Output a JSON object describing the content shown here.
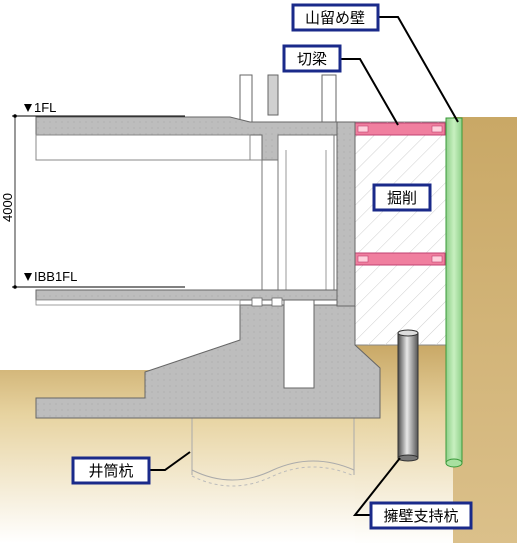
{
  "labels": {
    "retaining_wall": "山留め壁",
    "strut": "切梁",
    "excavation": "掘削",
    "well_pile": "井筒杭",
    "support_pile": "擁壁支持杭"
  },
  "levels": {
    "fl1": "1FL",
    "b1fl": "IBB1FL",
    "height": "4000"
  },
  "colors": {
    "soil": "#c8a866",
    "soil_light": "#f3e6bf",
    "concrete": "#bdbdbd",
    "strut": "#f07f9f",
    "wall": "#a8e0a0",
    "label_border": "#1a2a8a"
  }
}
